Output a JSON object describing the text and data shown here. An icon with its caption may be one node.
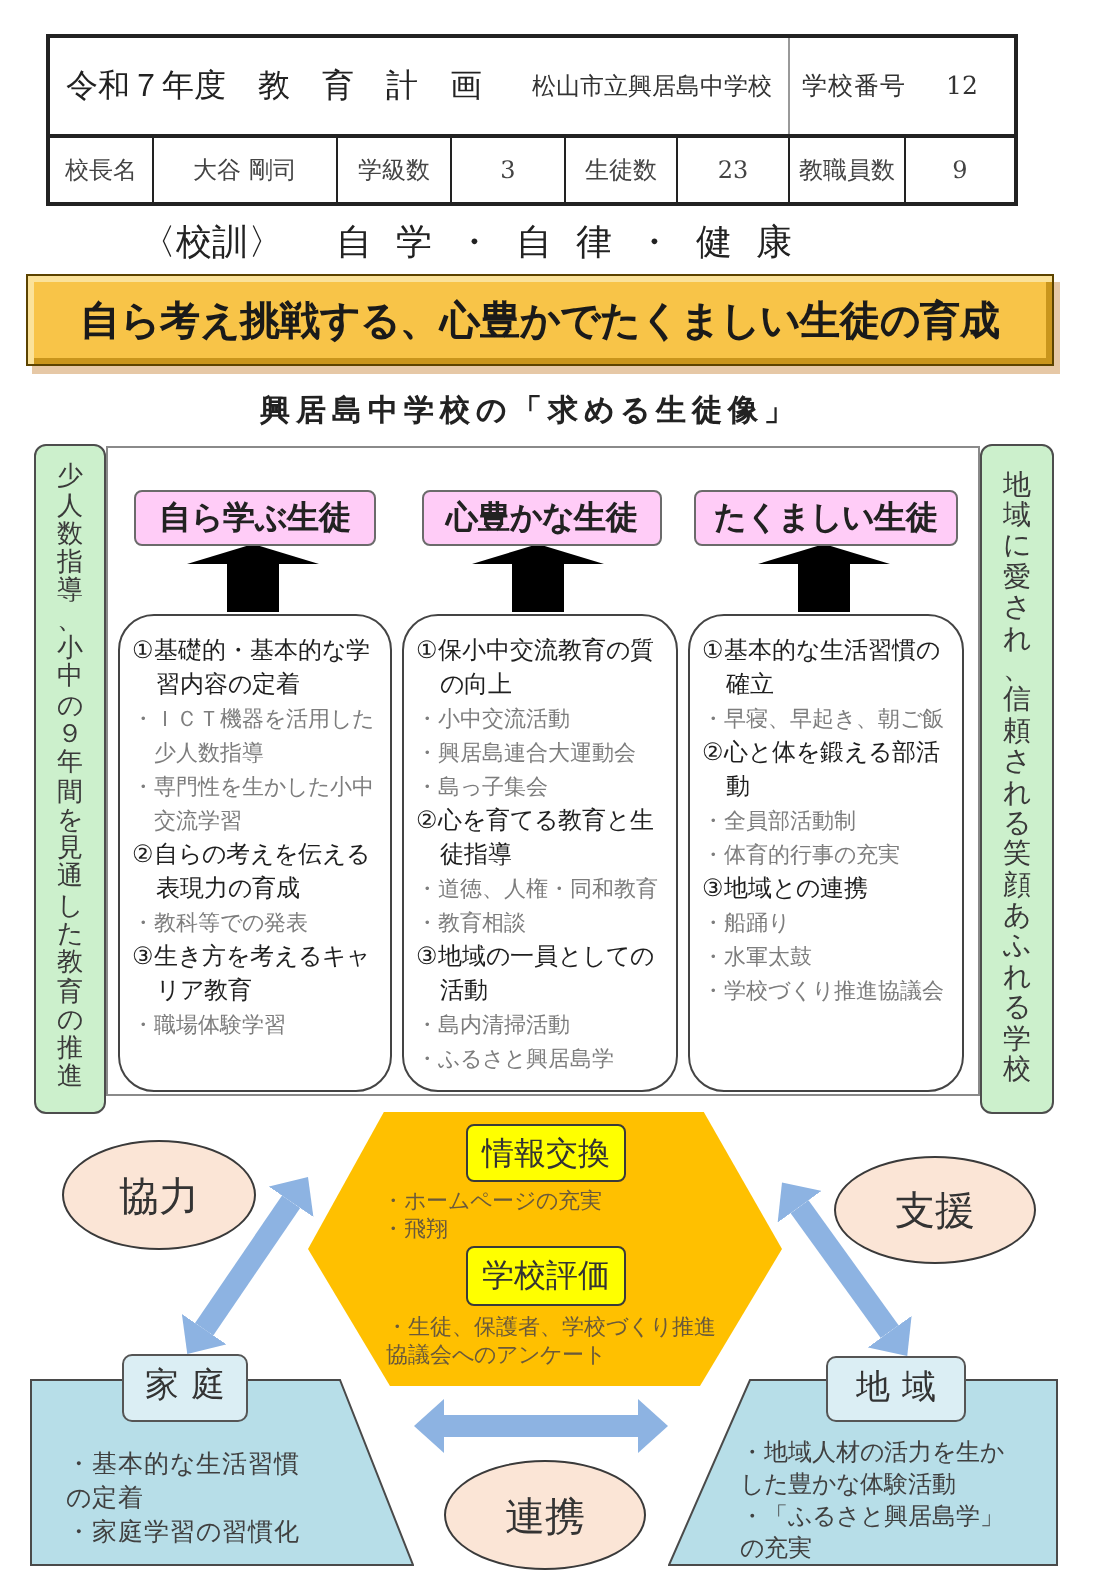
{
  "diagram": {
    "title": "令和７年度　教　育　計　画",
    "nodes": [
      {
        "text": [
          "自ら考え挑戦する、心豊かでたくましい生徒の育成"
        ]
      },
      {
        "text": [
          "少人数指導、小中の９年間を見通した教育の推進"
        ]
      },
      {
        "text": [],
        "shape": "box"
      },
      {
        "text": [
          "自ら学ぶ生徒"
        ],
        "in": 2
      },
      {
        "text": [
          "心豊かな生徒"
        ],
        "in": 2
      },
      {
        "text": [
          "たくましい生徒"
        ],
        "in": 2
      },
      {
        "text": [
          "①基礎的・基本的な学習内容の定着",
          "・ＩＣＴ機器を活用した少人数指導",
          "・専門性を生かした小中交流学習",
          "②自らの考えを伝える表現力の育成",
          "・教科等での発表",
          "③生き方を考えるキャリア教育",
          "・職場体験学習"
        ],
        "in": 2
      },
      {
        "text": [
          "①保小中交流教育の質の向上",
          "・小中交流活動",
          "・興居島連合大運動会",
          "・島っ子集会",
          "②心を育てる教育と生徒指導",
          "・道徳、人権・同和教育",
          "・教育相談",
          "③地域の一員としての活動",
          "・島内清掃活動",
          "・ふるさと興居島学"
        ],
        "in": 2
      },
      {
        "text": [
          "①基本的な生活習慣の確立",
          "・早寝、早起き、朝ご飯",
          "②心と体を鍛える部活動",
          "・全員部活動制",
          "・体育的行事の充実",
          "③地域との連携",
          "・船踊り",
          "・水軍太鼓",
          "・学校づくり推進協議会"
        ],
        "in": 2
      },
      {
        "text": [
          "地域に愛され、信頼される笑顔あふれる学校"
        ]
      },
      {
        "text": [
          "協力"
        ]
      },
      {
        "text": [],
        "shape": "hexagon"
      },
      {
        "text": [
          "情報交換"
        ],
        "in": 11,
        "beside": [
          "・ホームページの充実",
          "・飛翔"
        ]
      },
      {
        "text": [
          "学校評価"
        ],
        "in": 11,
        "beside": [
          "・生徒、保護者、学校づくり推進協議会へのアンケート"
        ]
      },
      {
        "text": [
          "支援"
        ]
      },
      {
        "text": [
          "家庭",
          "・基本的な生活習慣の定着",
          "・家庭学習の習慣化"
        ]
      },
      {
        "text": [
          "地域",
          "・地域人材の活力を生かした豊かな体験活動",
          "・「ふるさと興居島学」の充実"
        ]
      },
      {
        "text": [
          "連携"
        ]
      }
    ],
    "edges": [
      {
        "from": 6,
        "to": 3,
        "arrow": "to",
        "style": "thick"
      },
      {
        "from": 7,
        "to": 4,
        "arrow": "to",
        "style": "thick"
      },
      {
        "from": 8,
        "to": 5,
        "arrow": "to",
        "style": "thick"
      },
      {
        "from": 11,
        "to": 15,
        "arrow": "both",
        "color": "#8db3e2"
      },
      {
        "from": 11,
        "to": 16,
        "arrow": "both",
        "color": "#8db3e2"
      },
      {
        "from": 15,
        "to": 16,
        "arrow": "both",
        "color": "#8db3e2"
      }
    ],
    "labels": [
      "松山市立興居島中学校",
      "学校番号",
      "12",
      "校長名",
      "大谷 剛司",
      "学級数",
      "3",
      "生徒数",
      "23",
      "教職員数",
      "9",
      "〈校訓〉",
      "自学・自律・健康",
      "興居島中学校の「求める生徒像」"
    ]
  }
}
